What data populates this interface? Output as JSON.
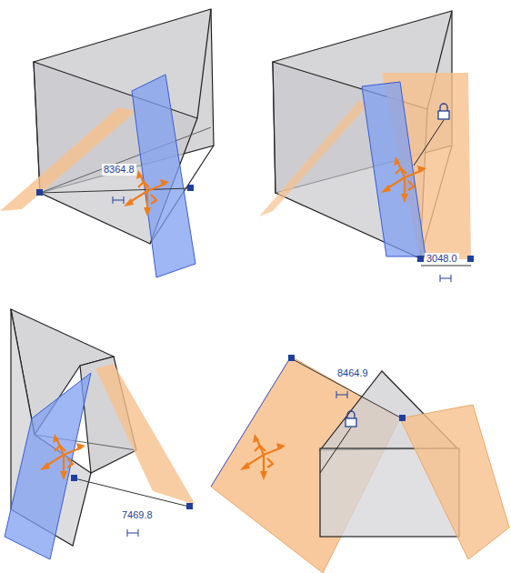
{
  "diagram": {
    "labels": [
      "8364.8",
      "3048.0",
      "7469.8",
      "8464.9"
    ]
  }
}
